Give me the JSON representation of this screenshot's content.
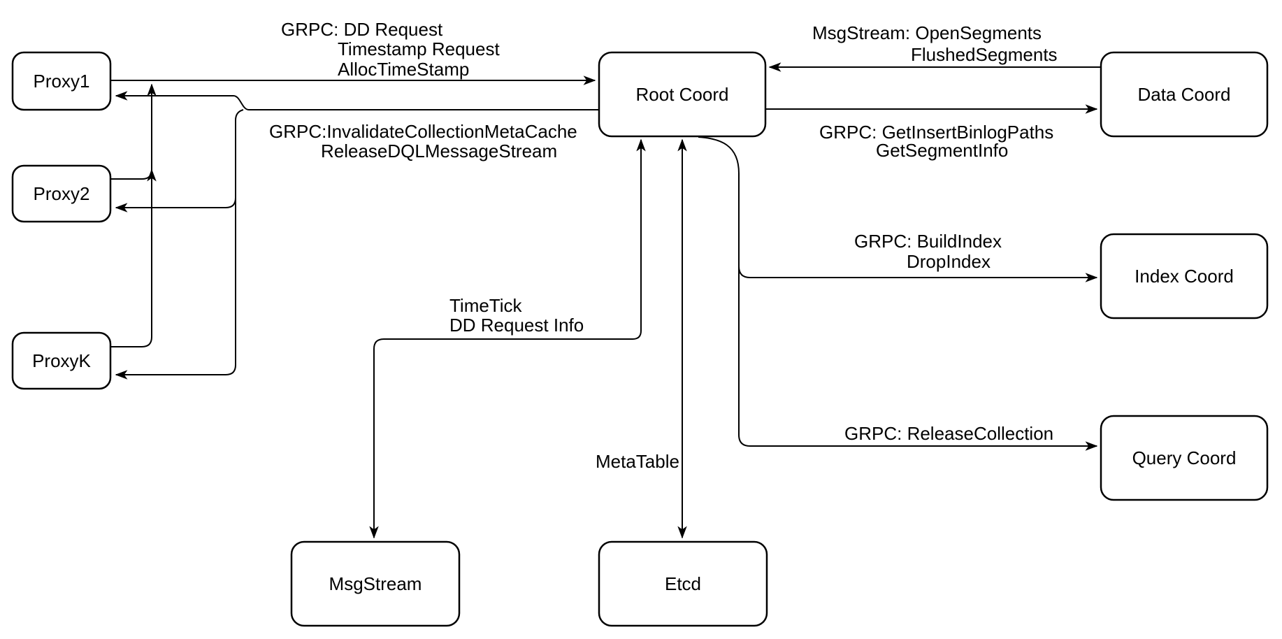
{
  "nodes": {
    "proxy1": "Proxy1",
    "proxy2": "Proxy2",
    "proxyk": "ProxyK",
    "root_coord": "Root Coord",
    "data_coord": "Data Coord",
    "index_coord": "Index Coord",
    "query_coord": "Query Coord",
    "msgstream": "MsgStream",
    "etcd": "Etcd"
  },
  "edges": {
    "proxy1_to_rootcoord": {
      "lines": [
        "GRPC: DD Request",
        "Timestamp Request",
        "AllocTimeStamp"
      ]
    },
    "rootcoord_to_proxies": {
      "lines": [
        "GRPC:InvalidateCollectionMetaCache",
        "ReleaseDQLMessageStream"
      ]
    },
    "datacoord_to_rootcoord": {
      "lines": [
        "MsgStream: OpenSegments",
        "FlushedSegments"
      ]
    },
    "rootcoord_to_datacoord": {
      "lines": [
        "GRPC: GetInsertBinlogPaths",
        "GetSegmentInfo"
      ]
    },
    "rootcoord_to_indexcoord": {
      "lines": [
        "GRPC: BuildIndex",
        "DropIndex"
      ]
    },
    "rootcoord_to_querycoord": {
      "lines": [
        "GRPC: ReleaseCollection"
      ]
    },
    "rootcoord_to_msgstream": {
      "lines": [
        "TimeTick",
        "DD Request Info"
      ]
    },
    "rootcoord_to_etcd": {
      "lines": [
        "MetaTable"
      ]
    }
  },
  "colors": {
    "background": "#ffffff",
    "node_fill": "#ffffff",
    "stroke": "#000000",
    "text": "#000000"
  }
}
